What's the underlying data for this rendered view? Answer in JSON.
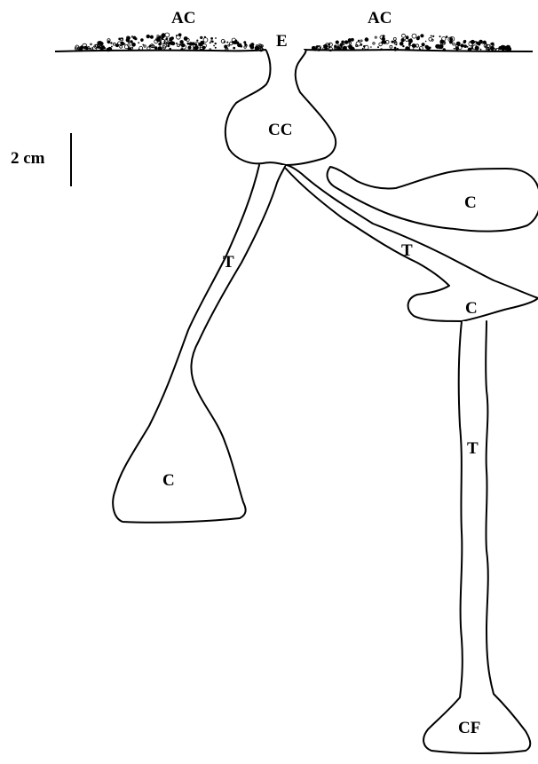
{
  "labels": {
    "refuse_left": "AC",
    "refuse_right": "AC",
    "entrance": "E",
    "central_chamber": "CC",
    "scale": "2 cm",
    "chamber_right": "C",
    "tunnel_right": "T",
    "chamber_mid": "C",
    "tunnel_left": "T",
    "chamber_left": "C",
    "tunnel_deep": "T",
    "fungus_chamber": "CF"
  },
  "colors": {
    "ink": "#000000",
    "background": "#ffffff"
  }
}
